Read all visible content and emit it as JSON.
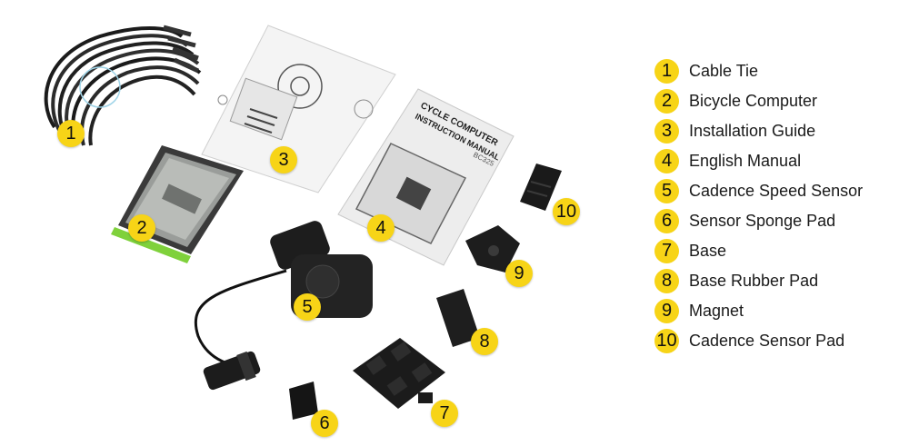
{
  "legend": {
    "items": [
      {
        "num": "1",
        "label": "Cable Tie"
      },
      {
        "num": "2",
        "label": "Bicycle Computer"
      },
      {
        "num": "3",
        "label": "Installation Guide"
      },
      {
        "num": "4",
        "label": "English Manual"
      },
      {
        "num": "5",
        "label": "Cadence Speed Sensor"
      },
      {
        "num": "6",
        "label": "Sensor Sponge Pad"
      },
      {
        "num": "7",
        "label": "Base"
      },
      {
        "num": "8",
        "label": "Base Rubber Pad"
      },
      {
        "num": "9",
        "label": "Magnet"
      },
      {
        "num": "10",
        "label": "Cadence Sensor Pad"
      }
    ]
  },
  "manual": {
    "title_line1": "CYCLE COMPUTER",
    "title_line2": "INSTRUCTION MANUAL",
    "model": "BC325"
  },
  "colors": {
    "badge": "#f7d417"
  }
}
